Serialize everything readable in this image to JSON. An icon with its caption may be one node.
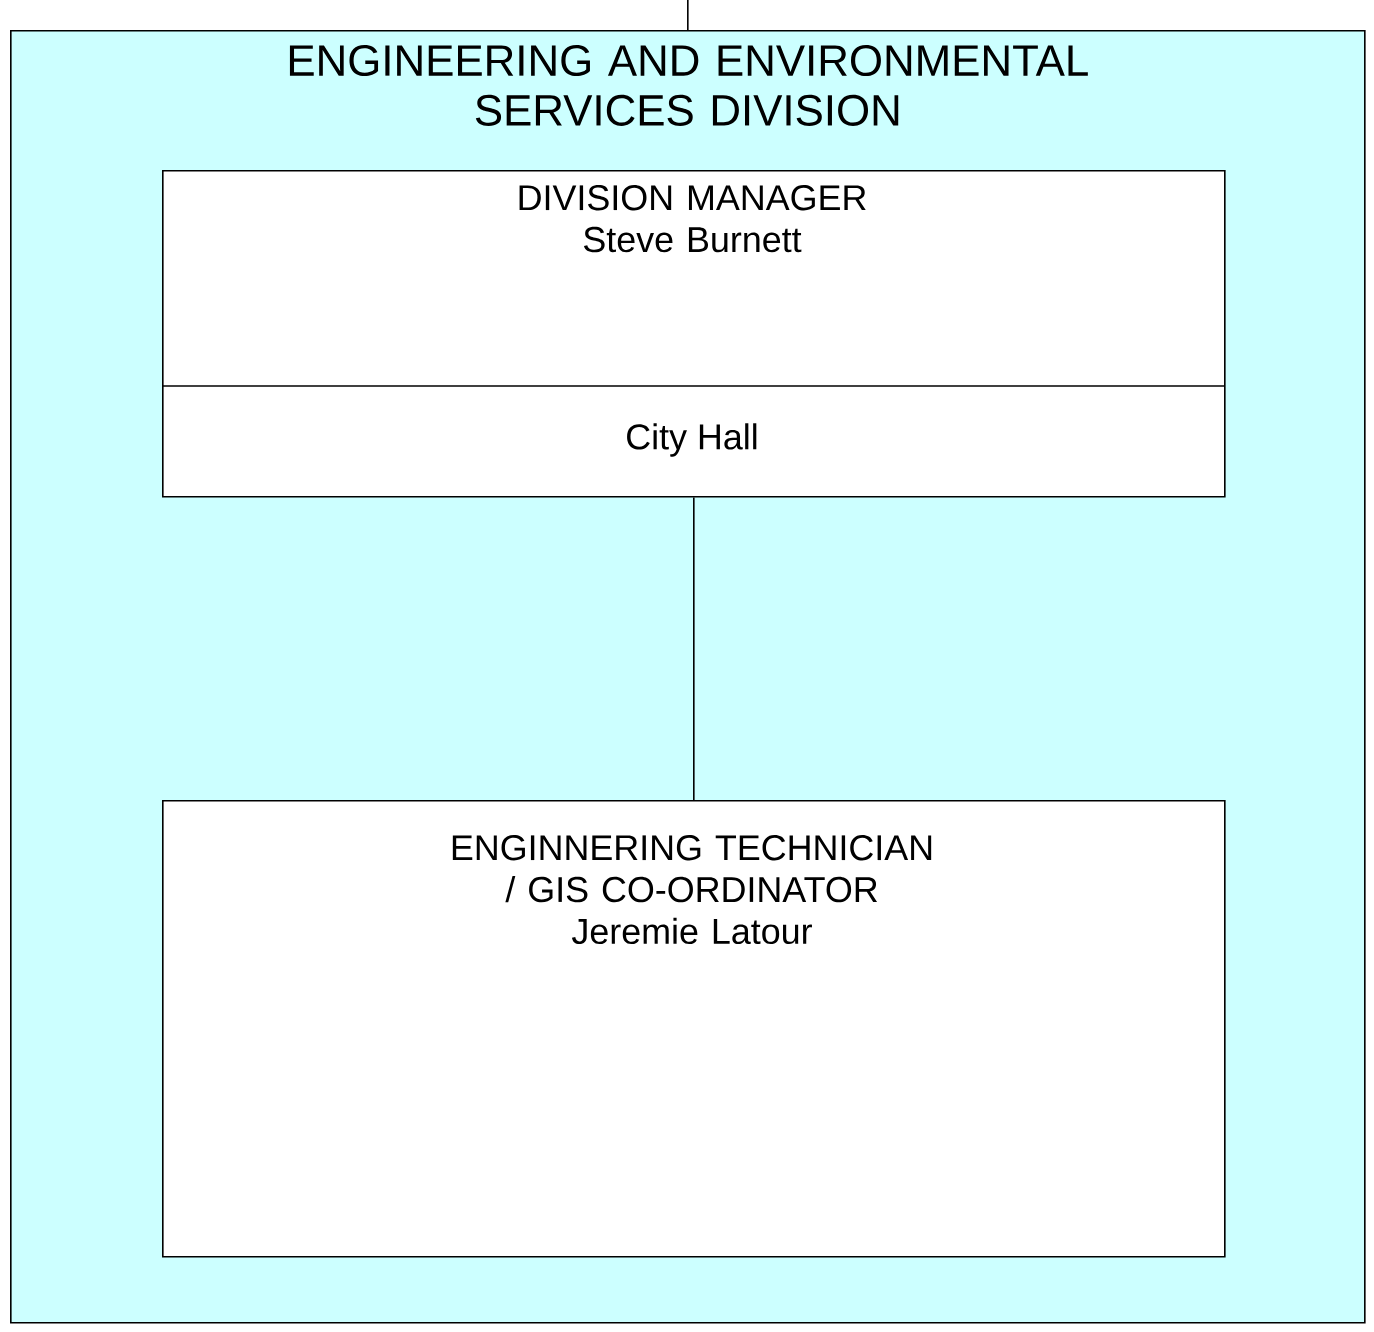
{
  "diagram": {
    "nodes": [
      {
        "text": [
          "ENGINEERING AND ENVIRONMENTAL SERVICES DIVISION"
        ]
      },
      {
        "text": [
          "DIVISION MANAGER",
          "Steve Burnett",
          "City Hall"
        ],
        "in": 0
      },
      {
        "text": [
          "ENGINNERING TECHNICIAN / GIS CO-ORDINATOR",
          "Jeremie Latour"
        ],
        "in": 0
      }
    ],
    "edges": [
      {
        "from": null,
        "to": 0,
        "arrow": "none"
      },
      {
        "from": 1,
        "to": 2,
        "arrow": "none"
      }
    ]
  }
}
